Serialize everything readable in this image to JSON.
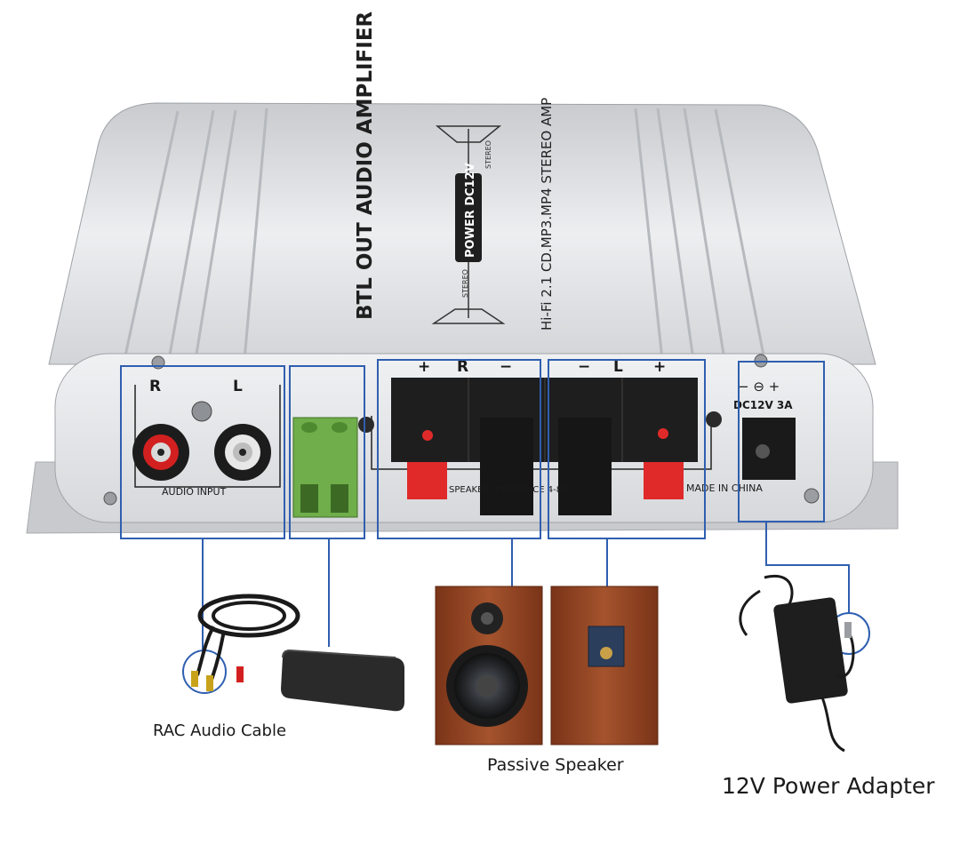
{
  "amplifier": {
    "top_title": "BTL OUT AUDIO AMPLIFIER",
    "power_badge": "POWER DC12V",
    "stereo_label": "STEREO",
    "hifi_text": "Hi-Fi 2.1 CD.MP3.MP4 STEREO AMP",
    "rca_r": "R",
    "rca_l": "L",
    "audio_input": "AUDIO INPUT",
    "spk_plus_1": "+",
    "spk_r": "R",
    "spk_minus_1": "−",
    "spk_minus_2": "−",
    "spk_l": "L",
    "spk_plus_2": "+",
    "speaker_text": "SPEAKER IMPEDANCE 4-8Ω",
    "made_in": "MADE IN CHINA",
    "dc_label": "DC12V 3A",
    "dc_polarity": "−  ⊖  +"
  },
  "captions": {
    "rac_cable": "RAC Audio Cable",
    "passive_speaker": "Passive Speaker",
    "power_adapter": "12V Power Adapter"
  },
  "colors": {
    "highlight": "#2f5fb0",
    "aluminum": "#d9dbde",
    "terminal_green": "#6fae4a",
    "terminal_red": "#e02a2a",
    "wood": "#8b3d22"
  }
}
